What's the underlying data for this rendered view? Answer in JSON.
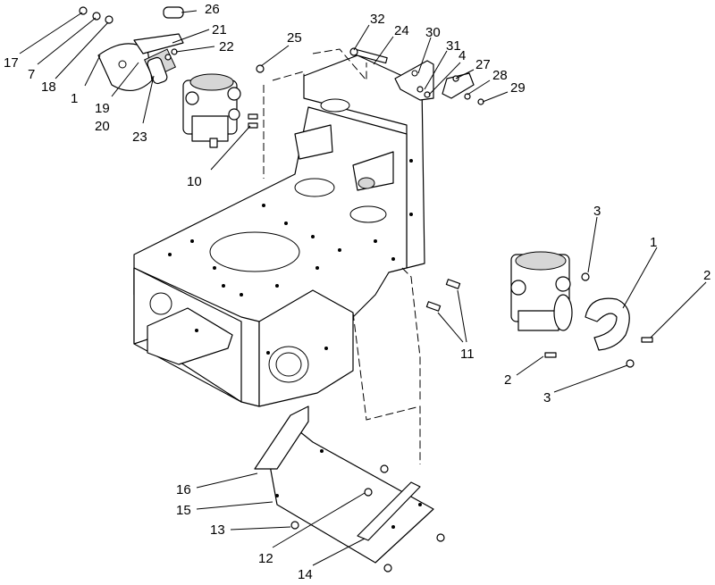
{
  "callouts": [
    {
      "id": "c1",
      "text": "17"
    },
    {
      "id": "c2",
      "text": "7"
    },
    {
      "id": "c3",
      "text": "18"
    },
    {
      "id": "c4",
      "text": "1"
    },
    {
      "id": "c5",
      "text": "19"
    },
    {
      "id": "c6",
      "text": "20"
    },
    {
      "id": "c7",
      "text": "23"
    },
    {
      "id": "c8",
      "text": "26"
    },
    {
      "id": "c9",
      "text": "21"
    },
    {
      "id": "c10",
      "text": "22"
    },
    {
      "id": "c11",
      "text": "25"
    },
    {
      "id": "c12",
      "text": "10"
    },
    {
      "id": "c13",
      "text": "32"
    },
    {
      "id": "c14",
      "text": "24"
    },
    {
      "id": "c15",
      "text": "30"
    },
    {
      "id": "c16",
      "text": "31"
    },
    {
      "id": "c17",
      "text": "4"
    },
    {
      "id": "c18",
      "text": "27"
    },
    {
      "id": "c19",
      "text": "28"
    },
    {
      "id": "c20",
      "text": "29"
    },
    {
      "id": "c21",
      "text": "3"
    },
    {
      "id": "c22",
      "text": "1"
    },
    {
      "id": "c23",
      "text": "2"
    },
    {
      "id": "c24",
      "text": "11"
    },
    {
      "id": "c25",
      "text": "2"
    },
    {
      "id": "c26",
      "text": "3"
    },
    {
      "id": "c27",
      "text": "16"
    },
    {
      "id": "c28",
      "text": "15"
    },
    {
      "id": "c29",
      "text": "13"
    },
    {
      "id": "c30",
      "text": "12"
    },
    {
      "id": "c31",
      "text": "14"
    }
  ]
}
